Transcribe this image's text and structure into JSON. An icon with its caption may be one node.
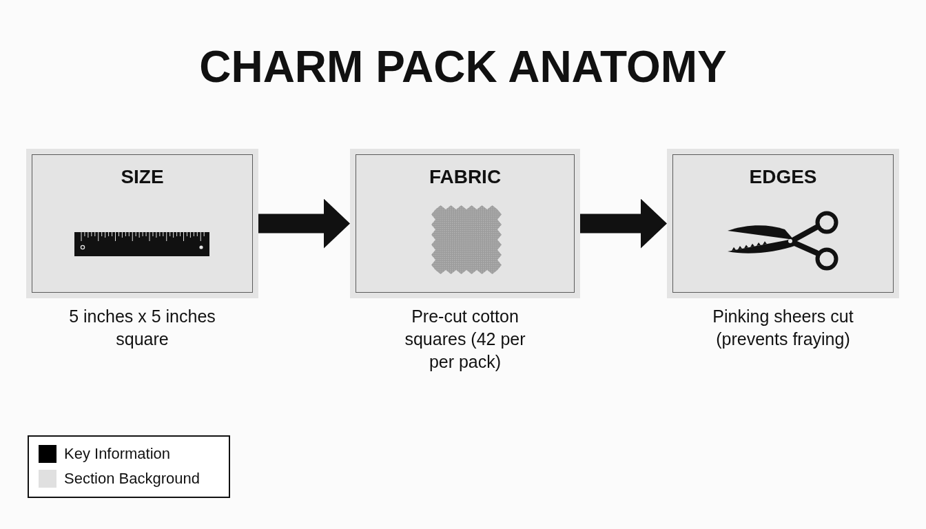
{
  "diagram": {
    "title": "CHARM PACK ANATOMY",
    "nodes": [
      {
        "text": [
          "SIZE"
        ],
        "beside": [
          "5 inches x 5 inches square"
        ]
      },
      {
        "text": [
          "FABRIC"
        ],
        "beside": [
          "Pre-cut cotton squares (42 per per pack)"
        ]
      },
      {
        "text": [
          "EDGES"
        ],
        "beside": [
          "Pinking sheers cut (prevents fraying)"
        ]
      }
    ],
    "edges": [
      {
        "from": 0,
        "to": 1,
        "arrow": "to"
      },
      {
        "from": 1,
        "to": 2,
        "arrow": "to"
      }
    ],
    "legend": [
      {
        "text": "Key Information",
        "color": "#000000"
      },
      {
        "text": "Section Background",
        "color": "#e0e0e0"
      }
    ]
  }
}
